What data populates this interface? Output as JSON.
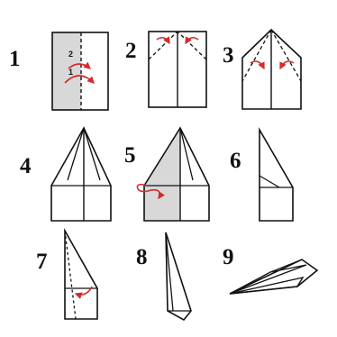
{
  "steps": [
    {
      "number": "1",
      "sub_labels": [
        "2",
        "1"
      ]
    },
    {
      "number": "2"
    },
    {
      "number": "3"
    },
    {
      "number": "4"
    },
    {
      "number": "5"
    },
    {
      "number": "6"
    },
    {
      "number": "7"
    },
    {
      "number": "8"
    },
    {
      "number": "9"
    }
  ],
  "colors": {
    "line": "#111111",
    "shade": "#d8d8d8",
    "arrow": "#d42a2a"
  }
}
